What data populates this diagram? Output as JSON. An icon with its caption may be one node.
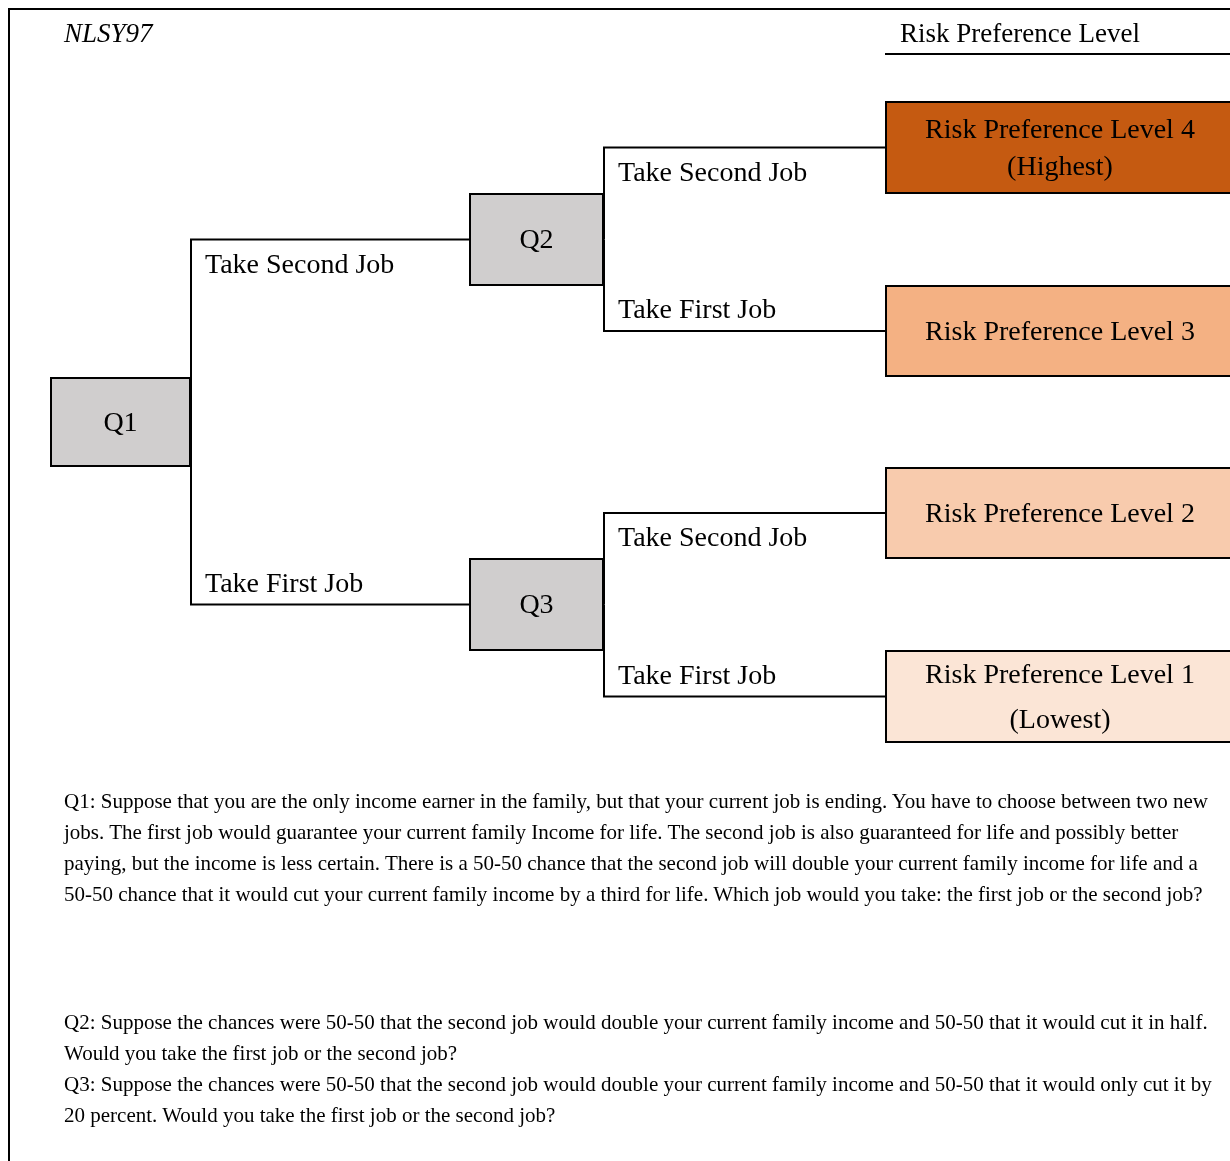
{
  "diagram": {
    "title": "NLSY97",
    "nodes": [
      {
        "text": [
          "Q1"
        ]
      },
      {
        "text": [
          "Q2"
        ]
      },
      {
        "text": [
          "Q3"
        ]
      },
      {
        "text": [
          "Risk Preference Level 4 (Highest)"
        ]
      },
      {
        "text": [
          "Risk Preference Level 3"
        ]
      },
      {
        "text": [
          "Risk Preference Level 2"
        ]
      },
      {
        "text": [
          "Risk Preference Level 1",
          "(Lowest)"
        ]
      }
    ],
    "edges": [
      {
        "from": 0,
        "to": 1,
        "arrow": "none",
        "label": "Take Second Job"
      },
      {
        "from": 0,
        "to": 2,
        "arrow": "none",
        "label": "Take First Job"
      },
      {
        "from": 1,
        "to": 3,
        "arrow": "none",
        "label": "Take Second Job"
      },
      {
        "from": 1,
        "to": 4,
        "arrow": "none",
        "label": "Take First Job"
      },
      {
        "from": 2,
        "to": 5,
        "arrow": "none",
        "label": "Take Second Job"
      },
      {
        "from": 2,
        "to": 6,
        "arrow": "none",
        "label": "Take First Job"
      }
    ],
    "labels": [
      "Risk Preference Level",
      "Q1: Suppose that you are the only income earner in the family, but that your current job is ending. You have to choose between two new jobs. The first job would guarantee your current family Income for life. The second job is also guaranteed for life and possibly better paying, but the income is less certain. There is a 50-50 chance that the second job will double your current family income for life and a 50-50 chance that it would cut your current family income by a third for life. Which job would you take: the first job or the second job?",
      "Q2: Suppose the chances were 50-50 that the second job would double your current family income and 50-50 that it would cut it in half. Would you take the first job or the second job?",
      "Q3: Suppose the chances were 50-50 that the second job would double your current family income and 50-50 that it would only cut it by 20 percent. Would you take the first job or the second job?"
    ]
  }
}
